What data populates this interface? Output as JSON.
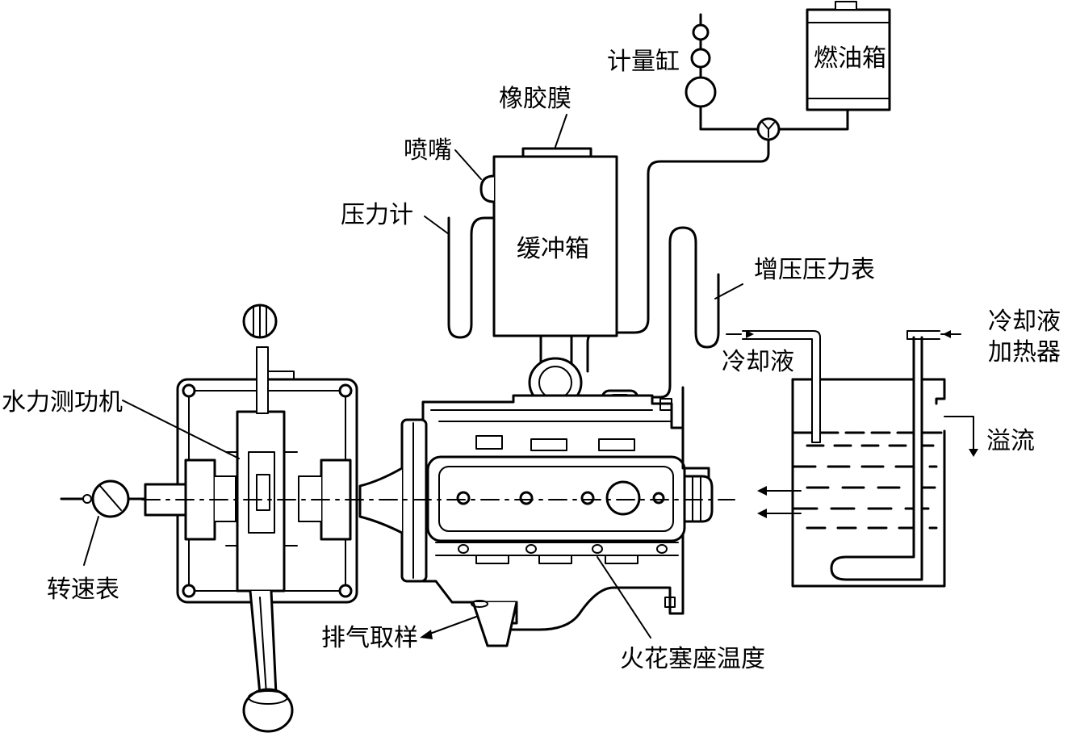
{
  "labels": {
    "metering_cylinder": "计量缸",
    "fuel_tank": "燃油箱",
    "rubber_membrane": "橡胶膜",
    "nozzle": "喷嘴",
    "pressure_gauge": "压力计",
    "surge_tank": "缓冲箱",
    "boost_pressure_gauge": "增压压力表",
    "coolant_in": "冷却液",
    "coolant_heater_line1": "冷却液",
    "coolant_heater_line2": "加热器",
    "overflow": "溢流",
    "hydraulic_dynamometer": "水力测功机",
    "tachometer": "转速表",
    "exhaust_sampling": "排气取样",
    "spark_plug_seat_temp": "火花塞座温度"
  }
}
